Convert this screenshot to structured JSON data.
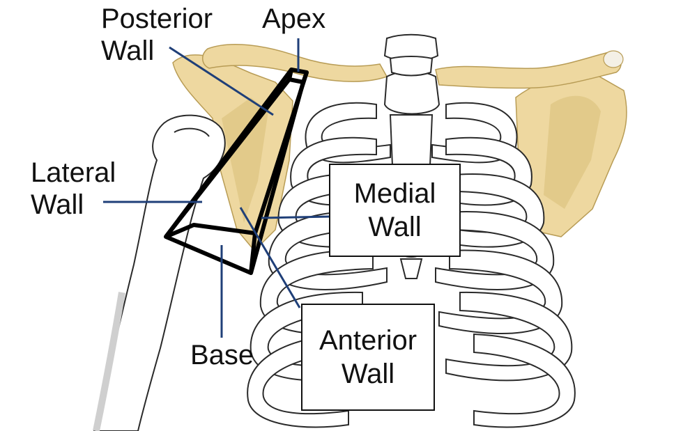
{
  "labels": {
    "posterior": [
      "Posterior",
      "Wall"
    ],
    "apex": "Apex",
    "lateral": [
      "Lateral",
      "Wall"
    ],
    "medial": [
      "Medial",
      "Wall"
    ],
    "base": "Base",
    "anterior": [
      "Anterior",
      "Wall"
    ]
  },
  "colors": {
    "bone_fill": "#ffffff",
    "bone_outline": "#2a2a2a",
    "bone_shade": "#cfcfcf",
    "clavicle_scapula": "#eed8a0",
    "scapula_shade": "#d9bf78",
    "leader_line": "#1f3f78",
    "pyramid": "#000000"
  }
}
